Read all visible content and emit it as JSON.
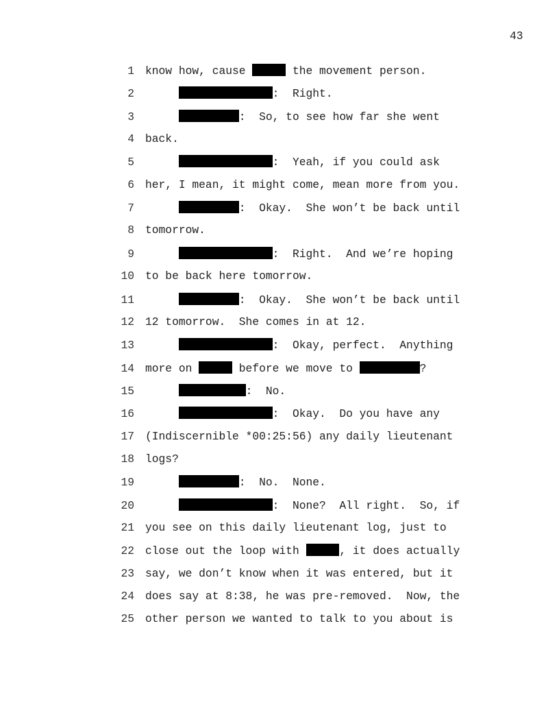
{
  "page_number": "43",
  "lines": [
    {
      "n": "1",
      "segs": [
        {
          "t": "know how, cause "
        },
        {
          "r": 5
        },
        {
          "t": " the movement person."
        }
      ]
    },
    {
      "n": "2",
      "segs": [
        {
          "t": "     "
        },
        {
          "r": 14
        },
        {
          "t": ":  Right."
        }
      ]
    },
    {
      "n": "3",
      "segs": [
        {
          "t": "     "
        },
        {
          "r": 9
        },
        {
          "t": ":  So, to see how far she went"
        }
      ]
    },
    {
      "n": "4",
      "segs": [
        {
          "t": "back."
        }
      ]
    },
    {
      "n": "5",
      "segs": [
        {
          "t": "     "
        },
        {
          "r": 14
        },
        {
          "t": ":  Yeah, if you could ask"
        }
      ]
    },
    {
      "n": "6",
      "segs": [
        {
          "t": "her, I mean, it might come, mean more from you."
        }
      ]
    },
    {
      "n": "7",
      "segs": [
        {
          "t": "     "
        },
        {
          "r": 9
        },
        {
          "t": ":  Okay.  She won’t be back until"
        }
      ]
    },
    {
      "n": "8",
      "segs": [
        {
          "t": "tomorrow."
        }
      ]
    },
    {
      "n": "9",
      "segs": [
        {
          "t": "     "
        },
        {
          "r": 14
        },
        {
          "t": ":  Right.  And we’re hoping"
        }
      ]
    },
    {
      "n": "10",
      "segs": [
        {
          "t": "to be back here tomorrow."
        }
      ]
    },
    {
      "n": "11",
      "segs": [
        {
          "t": "     "
        },
        {
          "r": 9
        },
        {
          "t": ":  Okay.  She won’t be back until"
        }
      ]
    },
    {
      "n": "12",
      "segs": [
        {
          "t": "12 tomorrow.  She comes in at 12."
        }
      ]
    },
    {
      "n": "13",
      "segs": [
        {
          "t": "     "
        },
        {
          "r": 14
        },
        {
          "t": ":  Okay, perfect.  Anything"
        }
      ]
    },
    {
      "n": "14",
      "segs": [
        {
          "t": "more on "
        },
        {
          "r": 5
        },
        {
          "t": " before we move to "
        },
        {
          "r": 9
        },
        {
          "t": "?"
        }
      ]
    },
    {
      "n": "15",
      "segs": [
        {
          "t": "     "
        },
        {
          "r": 10
        },
        {
          "t": ":  No."
        }
      ]
    },
    {
      "n": "16",
      "segs": [
        {
          "t": "     "
        },
        {
          "r": 14
        },
        {
          "t": ":  Okay.  Do you have any"
        }
      ]
    },
    {
      "n": "17",
      "segs": [
        {
          "t": "(Indiscernible *00:25:56) any daily lieutenant"
        }
      ]
    },
    {
      "n": "18",
      "segs": [
        {
          "t": "logs?"
        }
      ]
    },
    {
      "n": "19",
      "segs": [
        {
          "t": "     "
        },
        {
          "r": 9
        },
        {
          "t": ":  No.  None."
        }
      ]
    },
    {
      "n": "20",
      "segs": [
        {
          "t": "     "
        },
        {
          "r": 14
        },
        {
          "t": ":  None?  All right.  So, if"
        }
      ]
    },
    {
      "n": "21",
      "segs": [
        {
          "t": "you see on this daily lieutenant log, just to"
        }
      ]
    },
    {
      "n": "22",
      "segs": [
        {
          "t": "close out the loop with "
        },
        {
          "r": 5
        },
        {
          "t": ", it does actually"
        }
      ]
    },
    {
      "n": "23",
      "segs": [
        {
          "t": "say, we don’t know when it was entered, but it"
        }
      ]
    },
    {
      "n": "24",
      "segs": [
        {
          "t": "does say at 8:38, he was pre-removed.  Now, the"
        }
      ]
    },
    {
      "n": "25",
      "segs": [
        {
          "t": "other person we wanted to talk to you about is"
        }
      ]
    }
  ]
}
